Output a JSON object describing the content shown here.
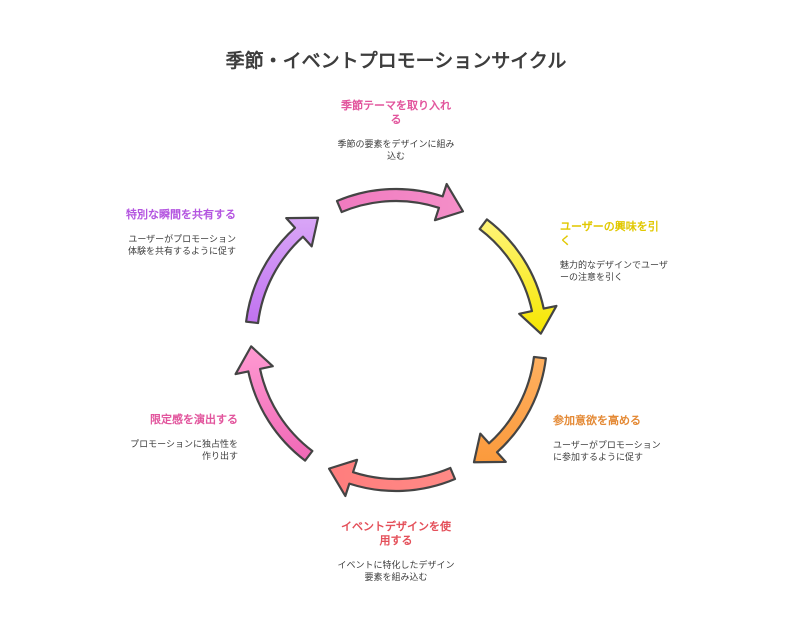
{
  "title": "季節・イベントプロモーションサイクル",
  "steps": [
    {
      "heading": "季節テーマを取り入れる",
      "desc": "季節の要素をデザインに組み込む",
      "color": "#e2559d"
    },
    {
      "heading": "ユーザーの興味を引く",
      "desc": "魅力的なデザインでユーザーの注意を引く",
      "color": "#e1c800"
    },
    {
      "heading": "参加意欲を高める",
      "desc": "ユーザーがプロモーションに参加するように促す",
      "color": "#e48a36"
    },
    {
      "heading": "イベントデザインを使用する",
      "desc": "イベントに特化したデザイン要素を組み込む",
      "color": "#e4505a"
    },
    {
      "heading": "限定感を演出する",
      "desc": "プロモーションに独占性を作り出す",
      "color": "#e2559d"
    },
    {
      "heading": "特別な瞬間を共有する",
      "desc": "ユーザーがプロモーション体験を共有するように促す",
      "color": "#b455e0"
    }
  ]
}
